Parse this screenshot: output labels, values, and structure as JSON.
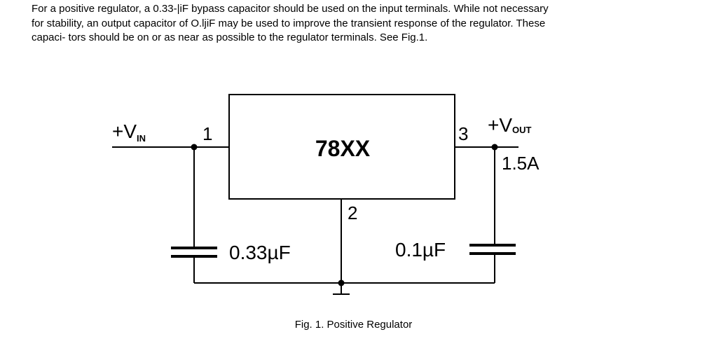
{
  "paragraph": {
    "lines": [
      "For a positive  regulator, a 0.33-|iF bypass capacitor should be used  on  the input  terminals. While not necessary",
      "for stability, an output capacitor of O.ljiF may be used to improve the transient response of the regulator. These",
      "capaci- tors should be on or as near as possible to the regulator terminals. See Fig.1."
    ]
  },
  "diagram": {
    "ic_label": "78XX",
    "vin_label": "+V",
    "vin_sub": "IN",
    "vout_label": "+V",
    "vout_sub": "OUT",
    "pin1": "1",
    "pin2": "2",
    "pin3": "3",
    "current": "1.5A",
    "cap_in": "0.33µF",
    "cap_out": "0.1µF"
  },
  "caption": "Fig. 1. Positive Regulator"
}
